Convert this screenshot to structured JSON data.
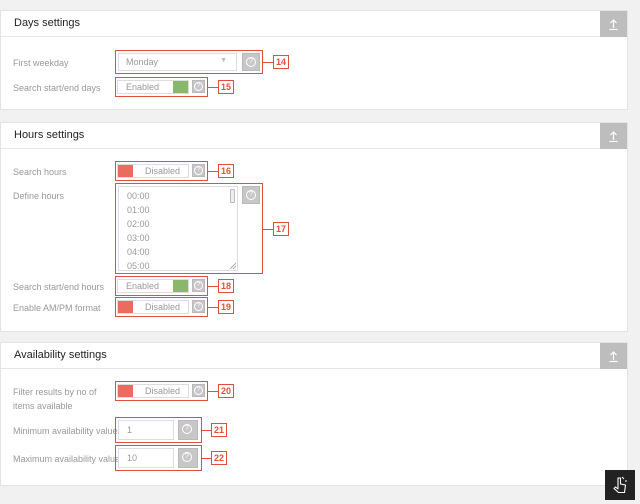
{
  "days": {
    "title": "Days settings",
    "first_weekday": {
      "label": "First weekday",
      "value": "Monday",
      "marker": "14"
    },
    "search_start_end_days": {
      "label": "Search start/end days",
      "value": "Enabled",
      "marker": "15"
    }
  },
  "hours": {
    "title": "Hours settings",
    "search_hours": {
      "label": "Search hours",
      "value": "Disabled",
      "marker": "16"
    },
    "define_hours": {
      "label": "Define hours",
      "options": [
        "00:00",
        "01:00",
        "02:00",
        "03:00",
        "04:00",
        "05:00"
      ],
      "marker": "17"
    },
    "search_start_end_hours": {
      "label": "Search start/end hours",
      "value": "Enabled",
      "marker": "18"
    },
    "ampm": {
      "label": "Enable AM/PM format",
      "value": "Disabled",
      "marker": "19"
    }
  },
  "availability": {
    "title": "Availability settings",
    "filter": {
      "label_line1": "Filter results by no of",
      "label_line2": "items available",
      "value": "Disabled",
      "marker": "20"
    },
    "min": {
      "label": "Minimum availability value",
      "value": "1",
      "marker": "21"
    },
    "max": {
      "label": "Maximum availability value",
      "value": "10",
      "marker": "22"
    }
  },
  "help_glyph": "?",
  "icons": {
    "section_toggle": "upload-arrow-icon",
    "help": "question-circle-icon",
    "corner": "pointer-icon"
  },
  "colors": {
    "annotation": "#e0503f",
    "toggle_on": "#8ab86b",
    "toggle_off": "#ec6b5f"
  }
}
